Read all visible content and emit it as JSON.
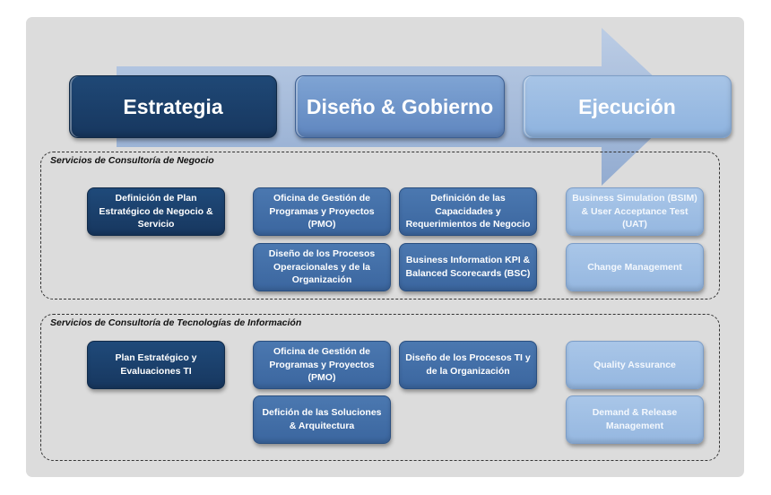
{
  "phases": [
    {
      "label": "Estrategia",
      "style": "dark"
    },
    {
      "label": "Diseño & Gobierno",
      "style": "mid"
    },
    {
      "label": "Ejecución",
      "style": "light"
    }
  ],
  "groups": [
    {
      "label": "Servicios de Consultoría de Negocio",
      "boxes": [
        {
          "text": "Definición de Plan Estratégico de Negocio & Servicio"
        },
        {
          "text": "Oficina de Gestión de Programas y Proyectos (PMO)"
        },
        {
          "text": "Diseño de los Procesos Operacionales y de la Organización"
        },
        {
          "text": "Definición de las Capacidades y Requerimientos de Negocio"
        },
        {
          "text": "Business Information KPI & Balanced Scorecards (BSC)"
        },
        {
          "text": "Business Simulation (BSIM) & User Acceptance Test (UAT)"
        },
        {
          "text": "Change Management"
        }
      ]
    },
    {
      "label": "Servicios de Consultoría de Tecnologías de Información",
      "boxes": [
        {
          "text": "Plan Estratégico y Evaluaciones TI"
        },
        {
          "text": "Oficina de Gestión de Programas y Proyectos (PMO)"
        },
        {
          "text": "Defición de las Soluciones & Arquitectura"
        },
        {
          "text": "Diseño de los Procesos TI y de la Organización"
        },
        {
          "text": "Quality Assurance"
        },
        {
          "text": "Demand & Release Management"
        }
      ]
    }
  ],
  "colors": {
    "dark": "#1b4170",
    "mid": "#4470a8",
    "light": "#9dbde4",
    "panel": "#dcdcdc",
    "arrow": "#a9bfdf"
  }
}
